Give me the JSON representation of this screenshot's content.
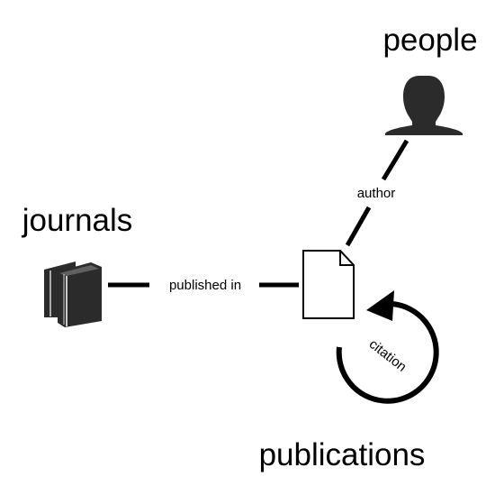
{
  "nodes": {
    "people": {
      "label": "people",
      "icon": "person-icon"
    },
    "journals": {
      "label": "journals",
      "icon": "books-icon"
    },
    "publications": {
      "label": "publications",
      "icon": "document-icon"
    }
  },
  "edges": {
    "author": {
      "label": "author"
    },
    "published_in": {
      "label": "published in"
    },
    "citation": {
      "label": "citation"
    }
  },
  "colors": {
    "ink": "#000000",
    "icon_fill": "#2b2b2b",
    "background": "#ffffff"
  }
}
